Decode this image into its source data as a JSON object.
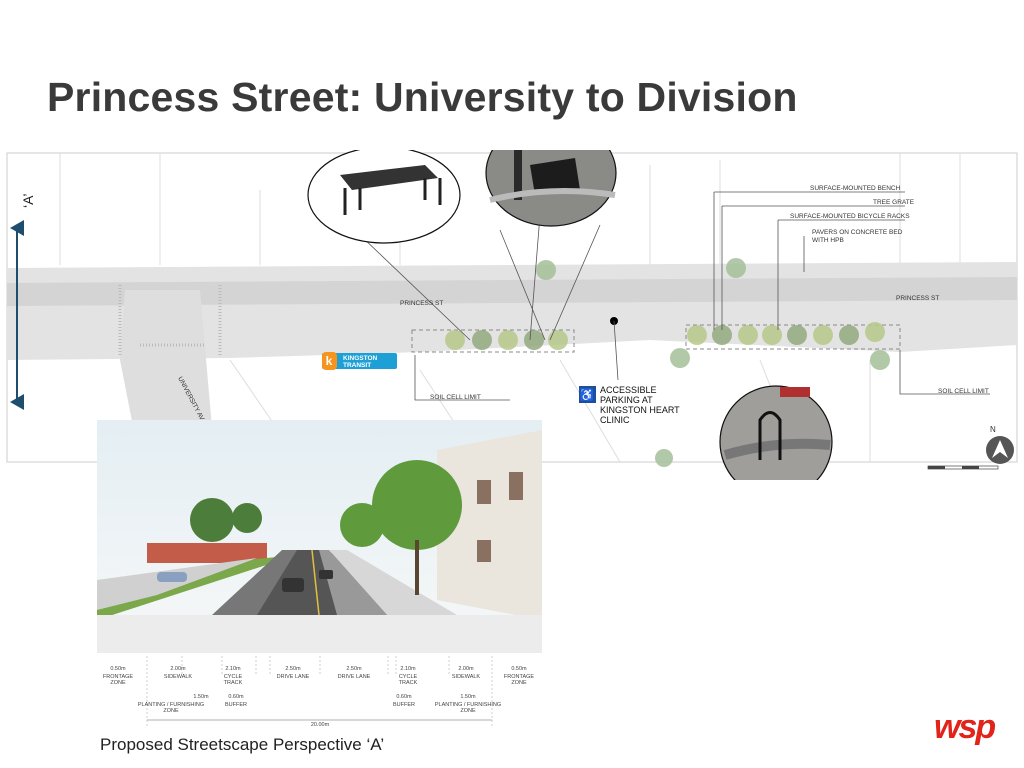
{
  "slide": {
    "title": "Princess Street: University to Division",
    "caption": "Proposed Streetscape Perspective ‘A’",
    "logo": "wsp"
  },
  "plan": {
    "section_marker": "‘A’",
    "street_label_1": "PRINCESS ST",
    "street_label_2": "PRINCESS ST",
    "cross_street": "UNIVERSITY AV",
    "transit_logo": [
      "KINGSTON",
      "TRANSIT"
    ],
    "soil_cell_limit_1": "SOIL CELL LIMIT",
    "soil_cell_limit_2": "SOIL CELL LIMIT",
    "accessible_parking": [
      "ACCESSIBLE",
      "PARKING AT",
      "KINGSTON HEART",
      "CLINIC"
    ],
    "callouts": [
      "SURFACE-MOUNTED BENCH",
      "TREE GRATE",
      "SURFACE-MOUNTED BICYCLE RACKS",
      "PAVERS ON CONCRETE BED",
      "WITH HPB"
    ],
    "north": "N"
  },
  "dimensions": {
    "segments": [
      {
        "value": "0.50m",
        "label": [
          "FRONTAGE",
          "ZONE"
        ]
      },
      {
        "value": "2.00m",
        "label": [
          "SIDEWALK"
        ]
      },
      {
        "value": "2.10m",
        "label": [
          "CYCLE",
          "TRACK"
        ]
      },
      {
        "value": "2.50m",
        "label": [
          "DRIVE LANE"
        ]
      },
      {
        "value": "2.50m",
        "label": [
          "DRIVE LANE"
        ]
      },
      {
        "value": "2.10m",
        "label": [
          "CYCLE",
          "TRACK"
        ]
      },
      {
        "value": "2.00m",
        "label": [
          "SIDEWALK"
        ]
      },
      {
        "value": "0.50m",
        "label": [
          "FRONTAGE",
          "ZONE"
        ]
      }
    ],
    "lower": [
      {
        "value": "1.50m",
        "label": [
          "PLANTING / FURNISHING",
          "ZONE"
        ]
      },
      {
        "value": "0.60m",
        "label": [
          "BUFFER"
        ]
      },
      {
        "value": "0.60m",
        "label": [
          "BUFFER"
        ]
      },
      {
        "value": "1.50m",
        "label": [
          "PLANTING / FURNISHING",
          "ZONE"
        ]
      }
    ],
    "total": "20.00m"
  },
  "colors": {
    "accent": "#e2231a",
    "transit": "#1ea0d6",
    "transit_k": "#f7941d",
    "accessible": "#1f4e9c"
  }
}
